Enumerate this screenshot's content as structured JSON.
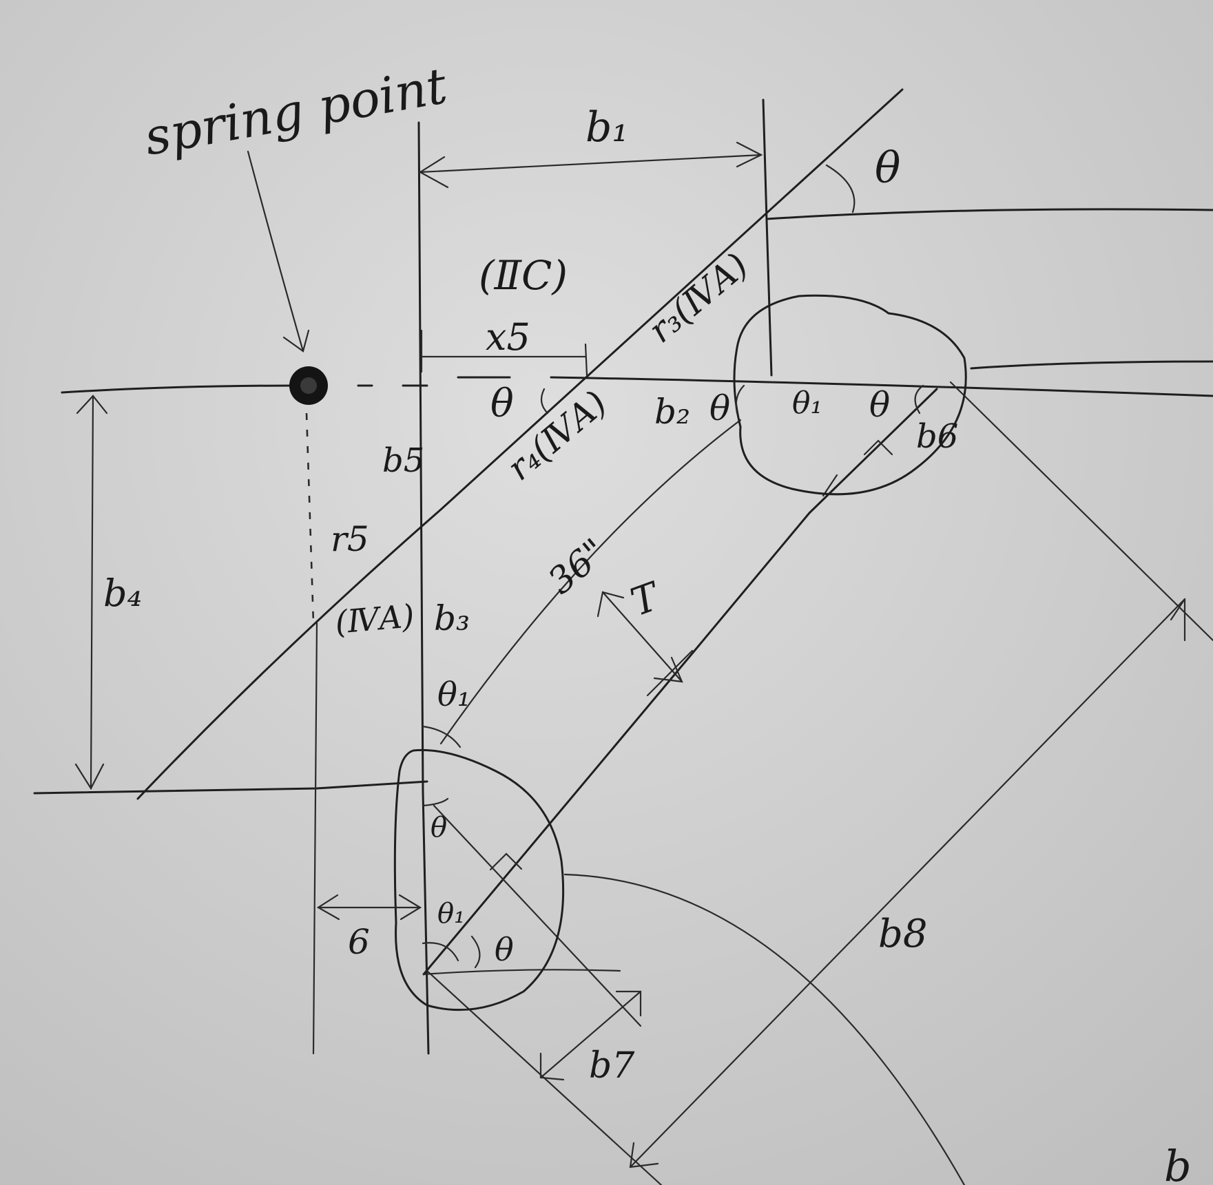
{
  "labels": {
    "spring_point": "spring point",
    "b1": "b₁",
    "theta": "θ",
    "theta1": "θ₁",
    "iic": "(ⅡC)",
    "x5": "x5",
    "r3_iva": "r₃(ⅣA)",
    "r4_iva": "r₄(ⅣA)",
    "r5": "r5",
    "iva": "(ⅣA)",
    "b2": "b₂",
    "b3": "b₃",
    "b4": "b₄",
    "b5": "b5",
    "b6": "b6",
    "b7": "b7",
    "b8": "b8",
    "b_corner": "b",
    "six": "6",
    "thirty_six": "36\"",
    "t": "T"
  },
  "colors": {
    "paper": "#d6d6d6",
    "ink": "#1f1f1f"
  }
}
